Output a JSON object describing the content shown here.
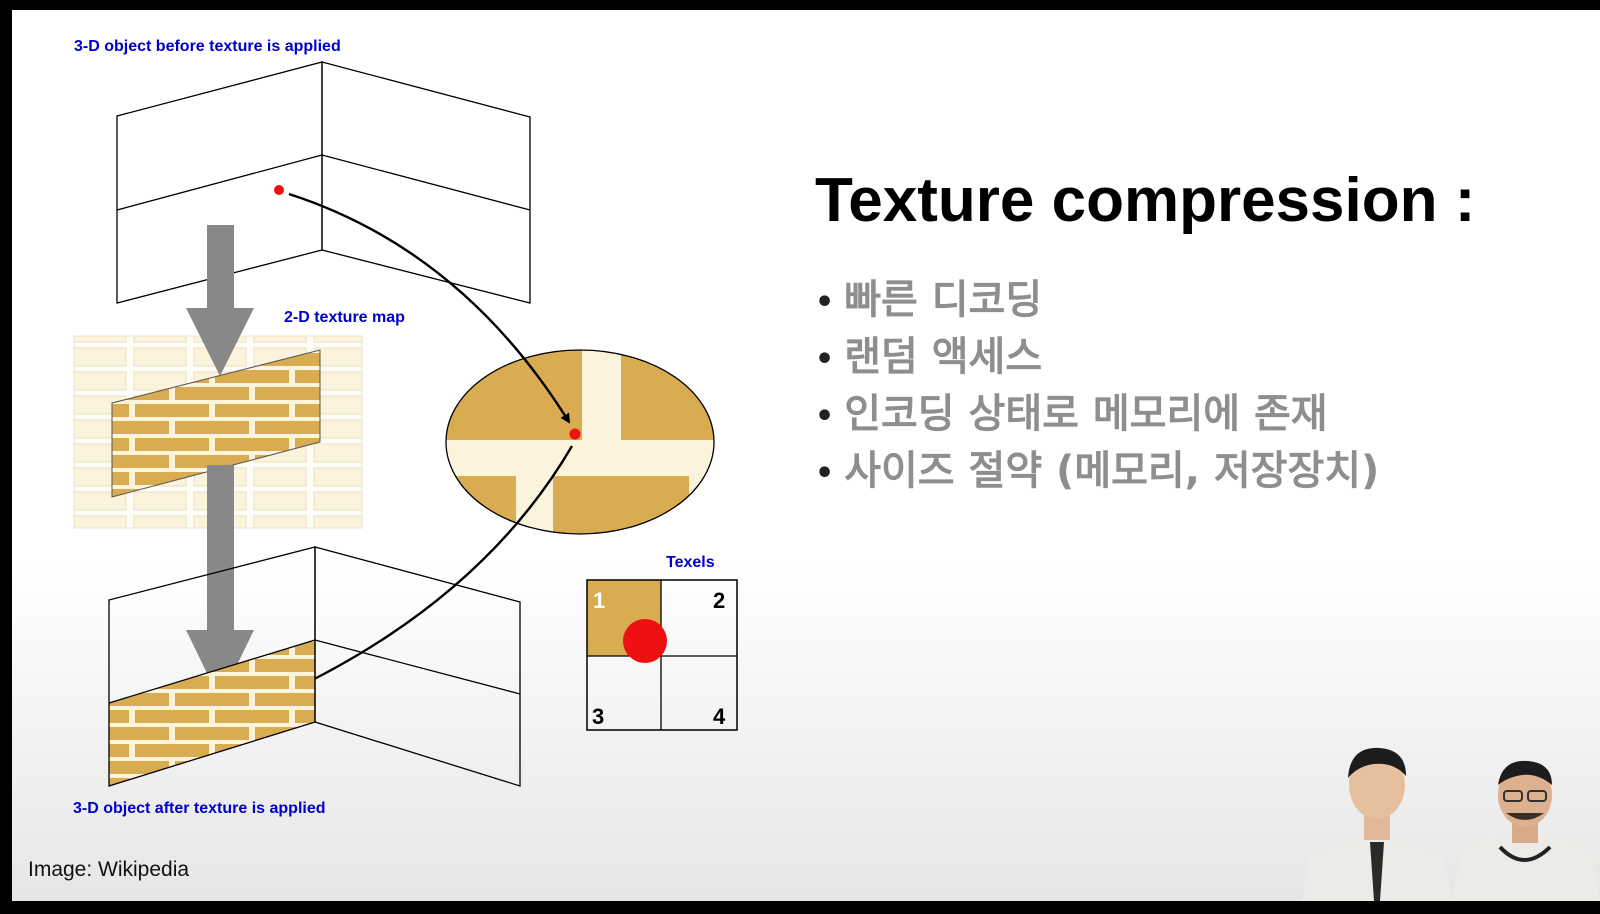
{
  "diagram": {
    "label_before": "3-D object before texture is applied",
    "label_texture_map": "2-D texture map",
    "label_texels": "Texels",
    "label_after": "3-D object after texture is applied",
    "texel_numbers": [
      "1",
      "2",
      "3",
      "4"
    ],
    "colors": {
      "brick": "#d9ac52",
      "mortar": "#fbf3dc",
      "label_blue": "#0000c8",
      "arrow": "#888888",
      "point": "#ee1111"
    }
  },
  "slide": {
    "title": "Texture compression :",
    "bullets": [
      "빠른 디코딩",
      "랜덤 액세스",
      "인코딩 상태로 메모리에 존재",
      "사이즈 절약 (메모리, 저장장치)"
    ],
    "bullet_glyph": "•",
    "credit": "Image: Wikipedia"
  },
  "video": {
    "presenters": [
      "presenter-left",
      "presenter-right"
    ]
  }
}
